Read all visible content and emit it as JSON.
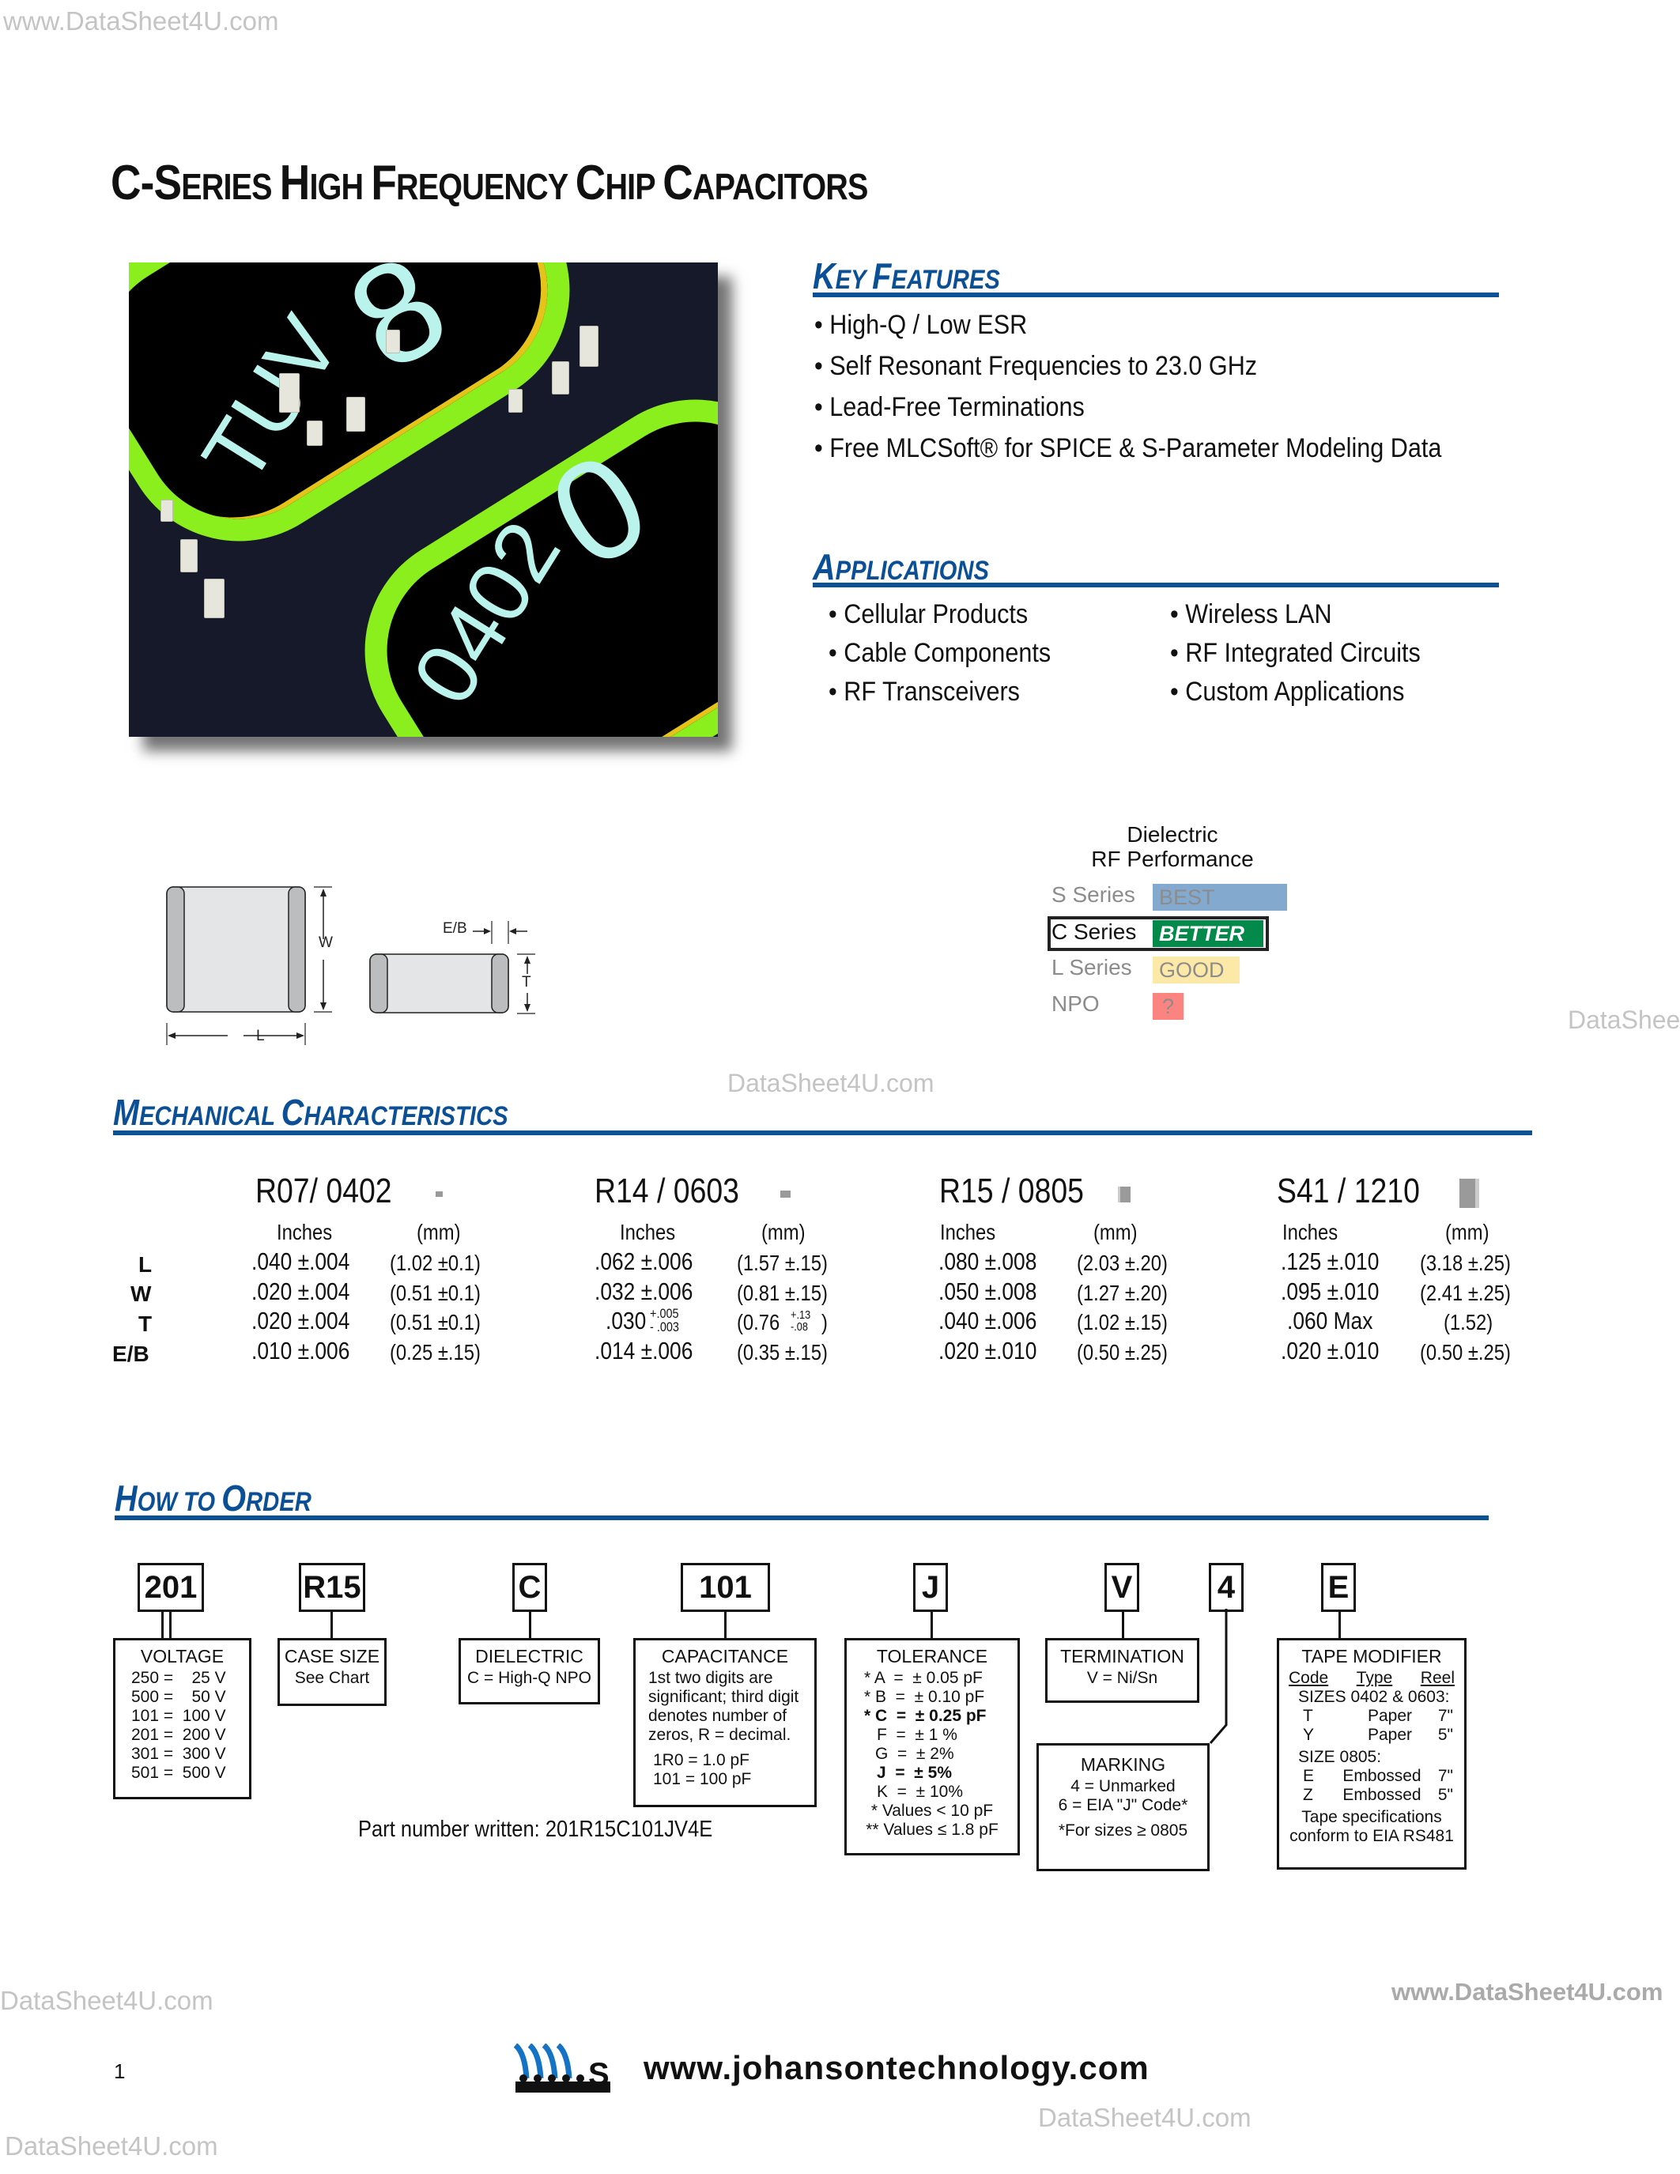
{
  "watermarks": {
    "top_left": "www.DataSheet4U.com",
    "mid_right": "DataShee",
    "mid_center": "DataSheet4U.com",
    "bottom_left_1": "DataSheet4U.com",
    "bottom_right": "www.DataSheet4U.com",
    "bottom_center": "DataSheet4U.com",
    "bottom_left_2": "DataSheet4U.com"
  },
  "title": {
    "parts": [
      "C-S",
      "ERIES ",
      "H",
      "IGH ",
      "F",
      "REQUENCY ",
      "C",
      "HIP ",
      "C",
      "APACITORS"
    ]
  },
  "photo": {
    "pill1_text": "TUV",
    "pill1_digit": "8",
    "pill2_text": "0402",
    "pill2_digit": "0"
  },
  "key_features": {
    "heading_cap1": "K",
    "heading_rest1": "EY ",
    "heading_cap2": "F",
    "heading_rest2": "EATURES",
    "items": [
      "• High-Q / Low ESR",
      "• Self Resonant Frequencies to 23.0 GHz",
      "• Lead-Free Terminations",
      "• Free MLCSoft®  for SPICE & S-Parameter Modeling Data"
    ]
  },
  "applications": {
    "heading_cap": "A",
    "heading_rest": "PPLICATIONS",
    "col1": [
      "• Cellular Products",
      "• Cable Components",
      "• RF Transceivers"
    ],
    "col2": [
      "• Wireless LAN",
      "• RF Integrated Circuits",
      "• Custom Applications"
    ]
  },
  "diagram": {
    "w_label": "W",
    "l_label": "L",
    "eb_label": "E/B",
    "t_label": "T"
  },
  "dielectric": {
    "heading_line1": "Dielectric",
    "heading_line2": "RF Performance",
    "rows": [
      {
        "series": "S Series",
        "rating": "BEST",
        "color": "#84a9cf"
      },
      {
        "series": "C Series",
        "rating": "BETTER",
        "color": "#038a4a"
      },
      {
        "series": "L Series",
        "rating": "GOOD",
        "color": "#fde9a7"
      },
      {
        "series": "NPO",
        "rating": "?",
        "color": "#fb8481"
      }
    ]
  },
  "mechanical": {
    "heading_cap1": "M",
    "heading_rest1": "ECHANICAL ",
    "heading_cap2": "C",
    "heading_rest2": "HARACTERISTICS",
    "row_labels": [
      "L",
      "W",
      "T",
      "E/B"
    ],
    "unit_inches": "Inches",
    "unit_mm": "(mm)",
    "columns": [
      {
        "name": "R07/ 0402",
        "inches": [
          ".040 ±.004",
          ".020 ±.004",
          ".020 ±.004",
          ".010 ±.006"
        ],
        "mm": [
          "(1.02 ±0.1)",
          "(0.51 ±0.1)",
          "(0.51 ±0.1)",
          "(0.25 ±.15)"
        ]
      },
      {
        "name": "R14 / 0603",
        "inches": [
          ".062 ±.006",
          ".032 ±.006",
          ".030 +.005/-.003",
          ".014 ±.006"
        ],
        "mm": [
          "(1.57 ±.15)",
          "(0.81 ±.15)",
          "(0.76 +.13/-.08)",
          "(0.35 ±.15)"
        ]
      },
      {
        "name": "R15 / 0805",
        "inches": [
          ".080 ±.008",
          ".050 ±.008",
          ".040 ±.006",
          ".020 ±.010"
        ],
        "mm": [
          "(2.03 ±.20)",
          "(1.27 ±.20)",
          "(1.02 ±.15)",
          "(0.50 ±.25)"
        ]
      },
      {
        "name": "S41 / 1210",
        "inches": [
          ".125 ±.010",
          ".095 ±.010",
          ".060 Max",
          ".020 ±.010"
        ],
        "mm": [
          "(3.18 ±.25)",
          "(2.41 ±.25)",
          "(1.52)",
          "(0.50 ±.25)"
        ]
      }
    ],
    "t_0603_inch_main": ".030",
    "t_0603_inch_plus": "+.005",
    "t_0603_inch_minus": "- .003",
    "t_0603_mm_main": "(0.76",
    "t_0603_mm_plus": "+.13",
    "t_0603_mm_minus": "-.08",
    "t_0603_mm_close": ")"
  },
  "how_to_order": {
    "heading_cap1": "H",
    "heading_rest1": "OW TO ",
    "heading_cap2": "O",
    "heading_rest2": "RDER",
    "codes": [
      "201",
      "R15",
      "C",
      "101",
      "J",
      "V",
      "4",
      "E"
    ],
    "voltage": {
      "title": "VOLTAGE",
      "lines": [
        "250 =    25 V",
        "500 =    50 V",
        "101 =  100 V",
        "201 =  200 V",
        "301 =  300 V",
        "501 =  500 V"
      ]
    },
    "case_size": {
      "title": "CASE SIZE",
      "text": "See Chart"
    },
    "dielectric": {
      "title": "DIELECTRIC",
      "text": "C = High-Q NPO"
    },
    "capacitance": {
      "title": "CAPACITANCE",
      "lines": [
        "1st two digits are",
        "significant; third digit",
        "denotes number of",
        "zeros, R = decimal."
      ],
      "examples": [
        "1R0 = 1.0 pF",
        "101 = 100 pF"
      ]
    },
    "tolerance": {
      "title": "TOLERANCE",
      "lines": [
        "* A  =  ± 0.05 pF",
        "* B  =  ± 0.10 pF",
        "* C  =  ± 0.25 pF",
        "F  =  ± 1 %",
        "G  =  ± 2%",
        "J  =  ± 5%",
        "K  =  ± 10%"
      ],
      "notes": [
        "* Values < 10 pF",
        "** Values ≤ 1.8 pF"
      ]
    },
    "termination": {
      "title": "TERMINATION",
      "text": "V = Ni/Sn"
    },
    "marking": {
      "title": "MARKING",
      "lines": [
        "4 = Unmarked",
        "6 = EIA \"J\" Code*"
      ],
      "note": "*For sizes ≥ 0805"
    },
    "tape_modifier": {
      "title": "TAPE MODIFIER",
      "col_headers": [
        "Code",
        "Type",
        "Reel"
      ],
      "group1": "SIZES 0402 & 0603:",
      "group1_rows": [
        [
          "T",
          "Paper",
          "7\""
        ],
        [
          "Y",
          "Paper",
          "5\""
        ]
      ],
      "group2": "SIZE 0805:",
      "group2_rows": [
        [
          "E",
          "Embossed",
          "7\""
        ],
        [
          "Z",
          "Embossed",
          "5\""
        ]
      ],
      "note_lines": [
        "Tape specifications",
        "conform to EIA RS481"
      ]
    },
    "part_number_line": "Part number written: 201R15C101JV4E"
  },
  "footer": {
    "page_number": "1",
    "website": "www.johansontechnology.com"
  }
}
